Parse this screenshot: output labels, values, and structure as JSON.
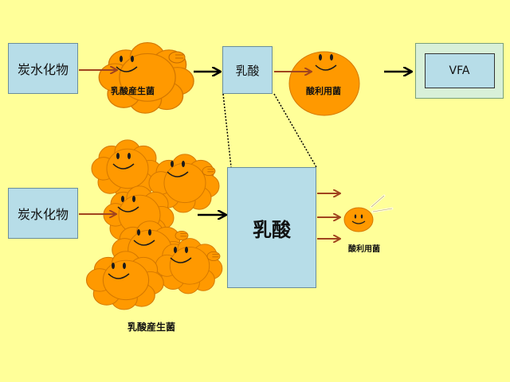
{
  "top": {
    "substrate": "炭水化物",
    "lab_label": "乳酸産生菌",
    "lactate": "乳酸",
    "acid_label": "酸利用菌",
    "product": "VFA"
  },
  "bottom": {
    "substrate": "炭水化物",
    "lactate": "乳酸",
    "acid_label": "酸利用菌",
    "lab_label": "乳酸産生菌"
  },
  "colors": {
    "background": "#ffff99",
    "box_fill": "#b7dde8",
    "bacteria": "#ff9900",
    "arrow_brown": "#a0441e",
    "arrow_black": "#000000",
    "vfa_outer": "#d8f0d8"
  }
}
